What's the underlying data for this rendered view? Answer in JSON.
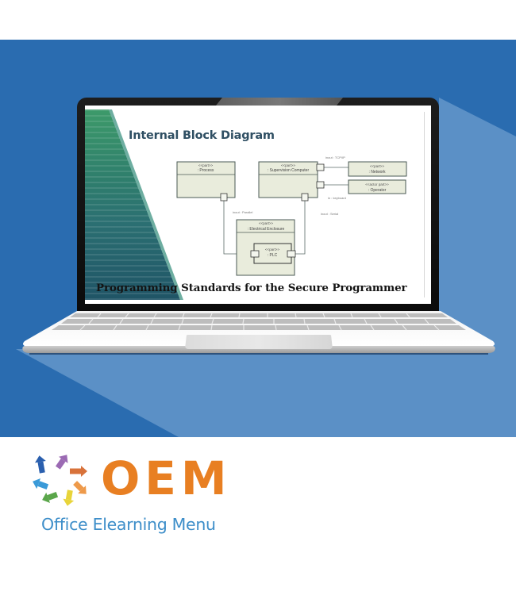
{
  "colors": {
    "hero_bg": "#2a6cb0",
    "hero_shadow": "#5b90c6",
    "slide_title": "#2f4f63",
    "block_fill": "#e9ecdc",
    "block_stroke": "#4a5a55",
    "logo_orange": "#e87f22",
    "logo_blue": "#3d8ec9"
  },
  "slide": {
    "title": "Internal Block Diagram",
    "caption": "Programming Standards for the Secure Programmer",
    "blocks": [
      {
        "id": "process",
        "stereotype": "<<part>>",
        "name": ": Process"
      },
      {
        "id": "supervision",
        "stereotype": "<<part>>",
        "name": ": Supervision Computer"
      },
      {
        "id": "network",
        "stereotype": "<<part>>",
        "name": ": Network"
      },
      {
        "id": "operator",
        "stereotype": "<<actor part>>",
        "name": ": Operator"
      },
      {
        "id": "enclosure",
        "stereotype": "<<part>>",
        "name": ": Electrical Enclosure"
      },
      {
        "id": "plc",
        "stereotype": "<<part>>",
        "name": ": PLC"
      }
    ],
    "connectors": [
      {
        "label": "inout : TCP/IP"
      },
      {
        "label": "in : keyboard"
      },
      {
        "label": "inout : Parallel"
      },
      {
        "label": "inout : Serial"
      }
    ]
  },
  "logo": {
    "wordmark": "OEM",
    "tagline": "Office Elearning Menu",
    "arrow_colors": [
      "#2a5fae",
      "#9b6ab3",
      "#d8723a",
      "#ee9a4a",
      "#e8d43a",
      "#5aa64a",
      "#3a9ad8"
    ]
  }
}
